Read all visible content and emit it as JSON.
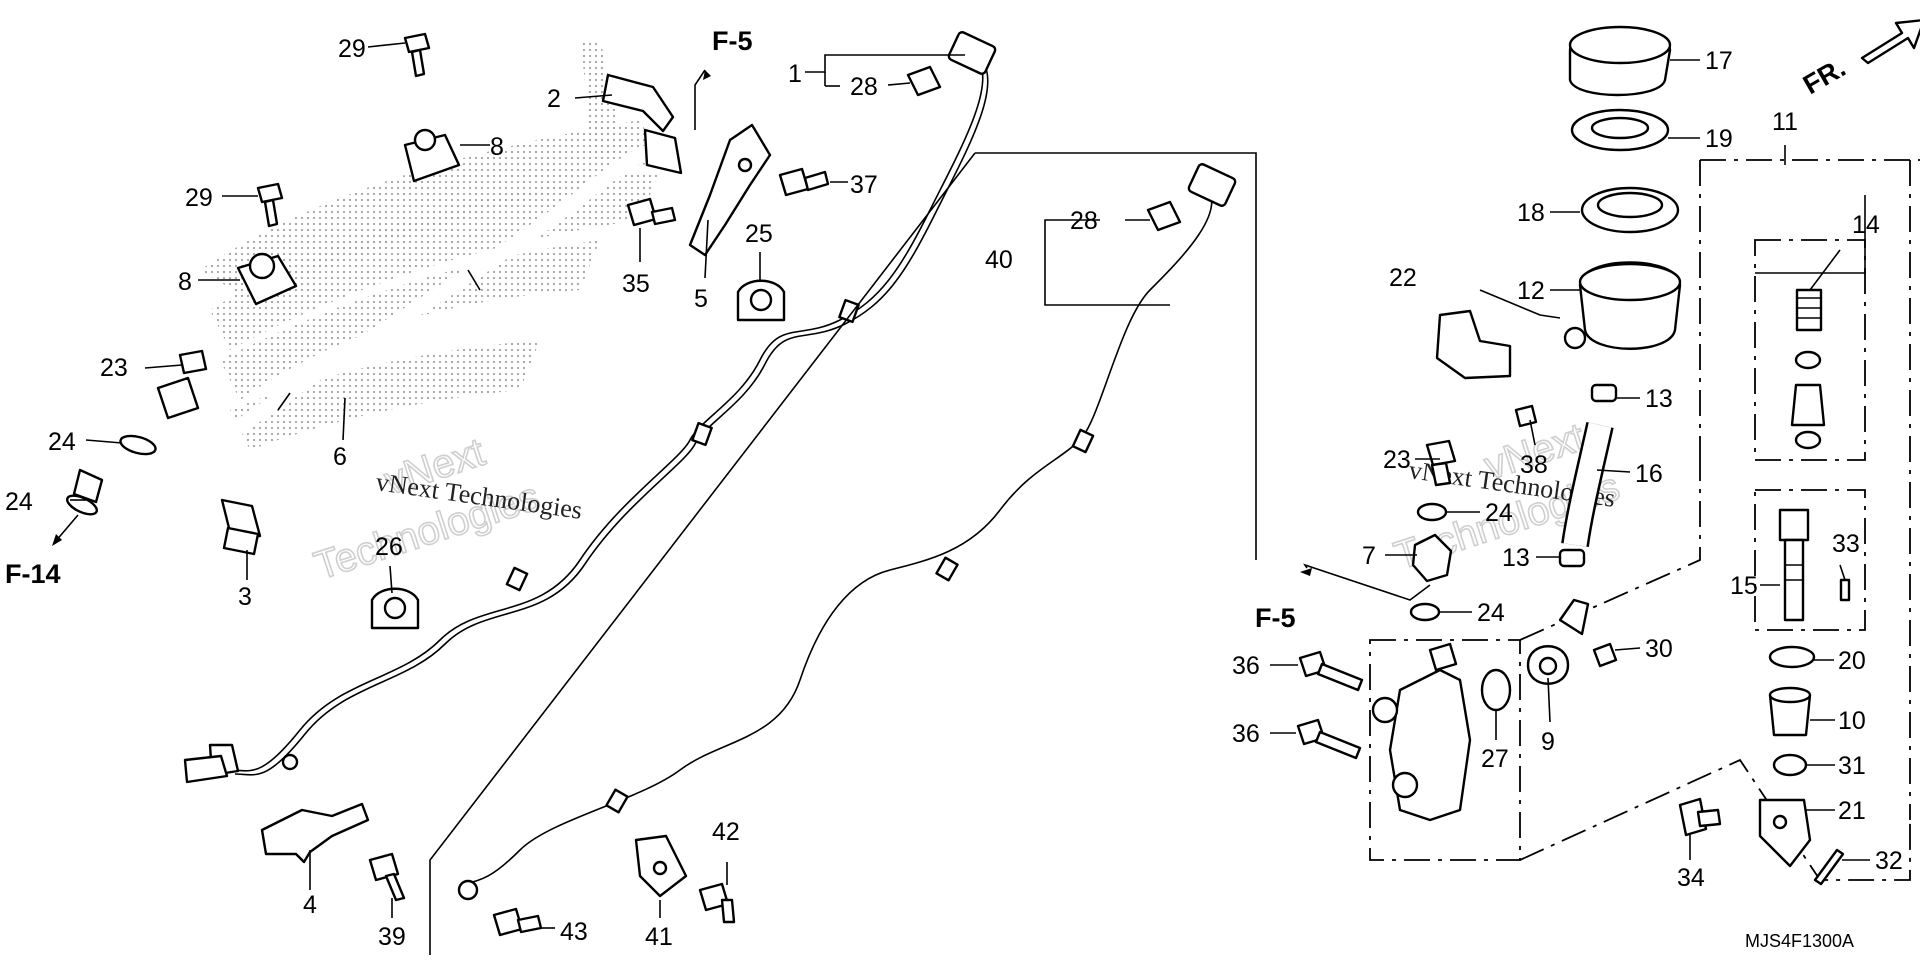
{
  "diagram_code": "MJS4F1300A",
  "watermark": {
    "brand_lines": [
      "vNext",
      "Technologies"
    ],
    "text": "vNext Technologies"
  },
  "direction_arrow": "FR.",
  "references": [
    {
      "id": "ref-f5-top",
      "text": "F-5"
    },
    {
      "id": "ref-f14",
      "text": "F-14"
    },
    {
      "id": "ref-f5-right",
      "text": "F-5"
    }
  ],
  "callouts": [
    {
      "id": "c29a",
      "number": "29"
    },
    {
      "id": "c2",
      "number": "2"
    },
    {
      "id": "c8a",
      "number": "8"
    },
    {
      "id": "c29b",
      "number": "29"
    },
    {
      "id": "c8b",
      "number": "8"
    },
    {
      "id": "c23a",
      "number": "23"
    },
    {
      "id": "c24a",
      "number": "24"
    },
    {
      "id": "c24b",
      "number": "24"
    },
    {
      "id": "c6",
      "number": "6"
    },
    {
      "id": "c3",
      "number": "3"
    },
    {
      "id": "c26",
      "number": "26"
    },
    {
      "id": "c1",
      "number": "1"
    },
    {
      "id": "c28a",
      "number": "28"
    },
    {
      "id": "c37",
      "number": "37"
    },
    {
      "id": "c25",
      "number": "25"
    },
    {
      "id": "c35",
      "number": "35"
    },
    {
      "id": "c5",
      "number": "5"
    },
    {
      "id": "c28b",
      "number": "28"
    },
    {
      "id": "c40",
      "number": "40"
    },
    {
      "id": "c4",
      "number": "4"
    },
    {
      "id": "c39",
      "number": "39"
    },
    {
      "id": "c43",
      "number": "43"
    },
    {
      "id": "c41",
      "number": "41"
    },
    {
      "id": "c42",
      "number": "42"
    },
    {
      "id": "c17",
      "number": "17"
    },
    {
      "id": "c19",
      "number": "19"
    },
    {
      "id": "c11",
      "number": "11"
    },
    {
      "id": "c18",
      "number": "18"
    },
    {
      "id": "c14",
      "number": "14"
    },
    {
      "id": "c22",
      "number": "22"
    },
    {
      "id": "c12",
      "number": "12"
    },
    {
      "id": "c13a",
      "number": "13"
    },
    {
      "id": "c23b",
      "number": "23"
    },
    {
      "id": "c38",
      "number": "38"
    },
    {
      "id": "c16",
      "number": "16"
    },
    {
      "id": "c24c",
      "number": "24"
    },
    {
      "id": "c7",
      "number": "7"
    },
    {
      "id": "c13b",
      "number": "13"
    },
    {
      "id": "c33",
      "number": "33"
    },
    {
      "id": "c15",
      "number": "15"
    },
    {
      "id": "c24d",
      "number": "24"
    },
    {
      "id": "c36a",
      "number": "36"
    },
    {
      "id": "c30",
      "number": "30"
    },
    {
      "id": "c20",
      "number": "20"
    },
    {
      "id": "c36b",
      "number": "36"
    },
    {
      "id": "c10",
      "number": "10"
    },
    {
      "id": "c27",
      "number": "27"
    },
    {
      "id": "c9",
      "number": "9"
    },
    {
      "id": "c31",
      "number": "31"
    },
    {
      "id": "c21",
      "number": "21"
    },
    {
      "id": "c34",
      "number": "34"
    },
    {
      "id": "c32",
      "number": "32"
    }
  ]
}
